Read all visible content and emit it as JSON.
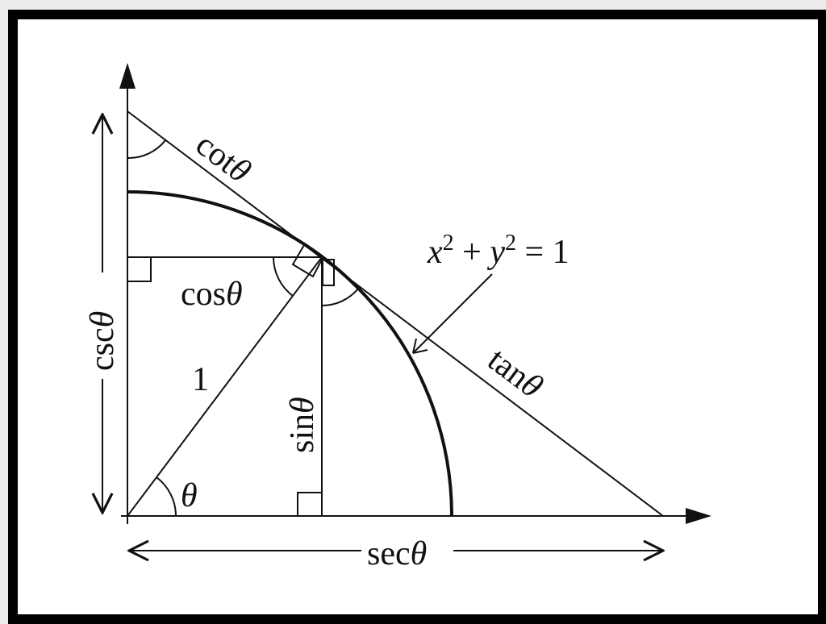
{
  "labels": {
    "cot": {
      "fn": "cot",
      "var": "θ"
    },
    "csc": {
      "fn": "csc",
      "var": "θ"
    },
    "cos": {
      "fn": "cos",
      "var": "θ"
    },
    "one": "1",
    "sin": {
      "fn": "sin",
      "var": "θ"
    },
    "theta": "θ",
    "tan": {
      "fn": "tan",
      "var": "θ"
    },
    "sec": {
      "fn": "sec",
      "var": "θ"
    },
    "equation": {
      "x": "x",
      "two1": "2",
      "plus": " + ",
      "y": "y",
      "two2": "2",
      "eq": " = 1"
    }
  }
}
